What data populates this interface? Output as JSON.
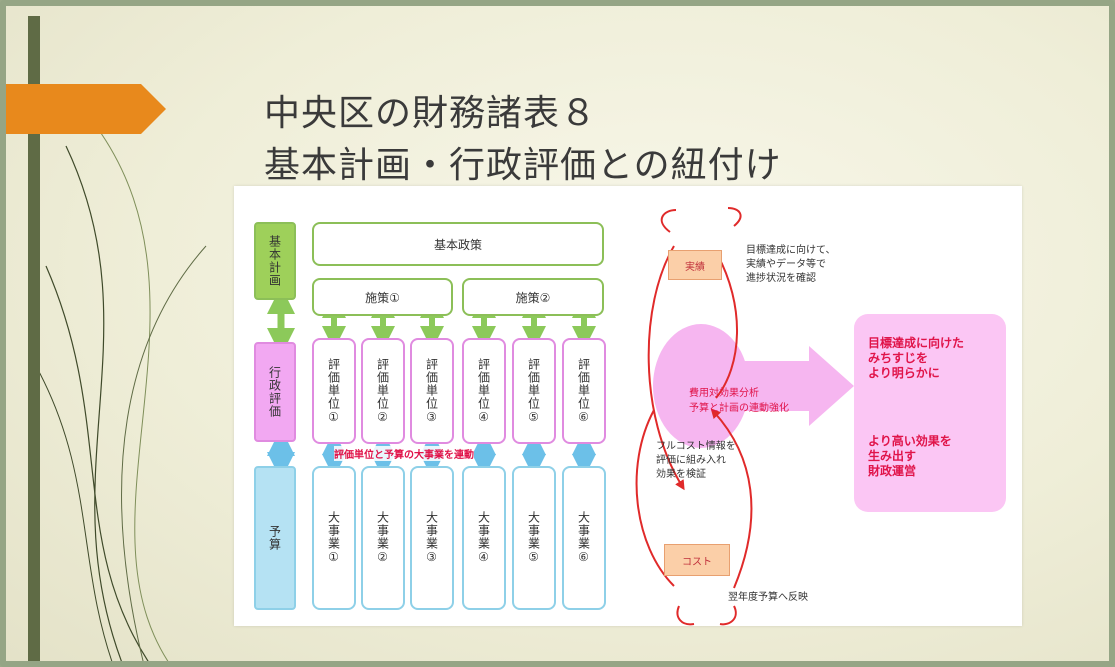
{
  "title": {
    "line1": "中央区の財務諸表８",
    "line2": "基本計画・行政評価との紐付け"
  },
  "diagram": {
    "left_column": {
      "plan": "基本計画",
      "evaluation": "行政評価",
      "budget": "予算"
    },
    "basic_policy": "基本政策",
    "measures": [
      "施策①",
      "施策②"
    ],
    "evaluation_units": [
      "評価単位①",
      "評価単位②",
      "評価単位③",
      "評価単位④",
      "評価単位⑤",
      "評価単位⑥"
    ],
    "link_label": "評価単位と予算の大事業を連動",
    "major_projects": [
      "大事業①",
      "大事業②",
      "大事業③",
      "大事業④",
      "大事業⑤",
      "大事業⑥"
    ],
    "cycle": {
      "results_label": "実績",
      "cost_label": "コスト",
      "results_note": [
        "目標達成に向けて、",
        "実績やデータ等で",
        "進捗状況を確認"
      ],
      "analysis": [
        "費用対効果分析",
        "予算と計画の連動強化"
      ],
      "fullcost_note": [
        "フルコスト情報を",
        "評価に組み入れ",
        "効果を検証"
      ],
      "next_year": "翌年度予算へ反映"
    },
    "goals": {
      "goal1": [
        "目標達成に向けた",
        "みちすじを",
        "より明らかに"
      ],
      "goal2": [
        "より高い効果を",
        "生み出す",
        "財政運営"
      ]
    }
  },
  "colors": {
    "green": "#8cbf58",
    "pink": "#e08be0",
    "blue": "#8ed0e8",
    "red_text": "#e0144a",
    "orange_tab": "#e8891c",
    "accent_bar": "#5f6b45"
  }
}
